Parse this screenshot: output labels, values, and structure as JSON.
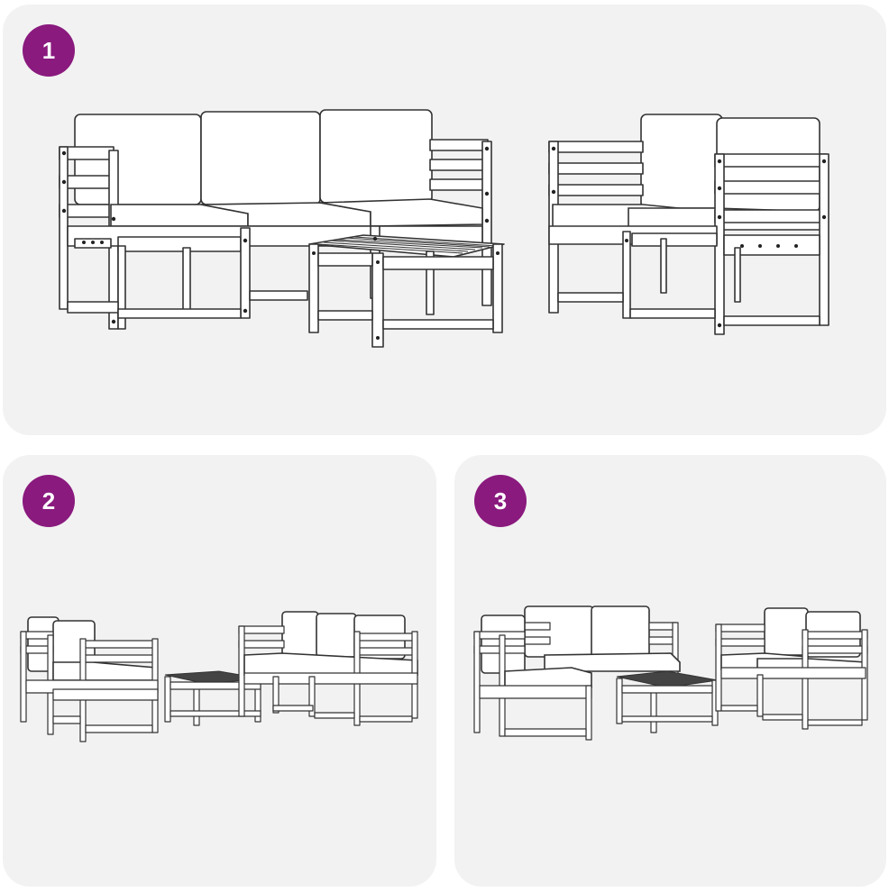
{
  "colors": {
    "badge": "#8a1a7e",
    "panel_bg": "#f2f2f2",
    "line": "#333333"
  },
  "steps": [
    {
      "number": "1"
    },
    {
      "number": "2"
    },
    {
      "number": "3"
    }
  ]
}
